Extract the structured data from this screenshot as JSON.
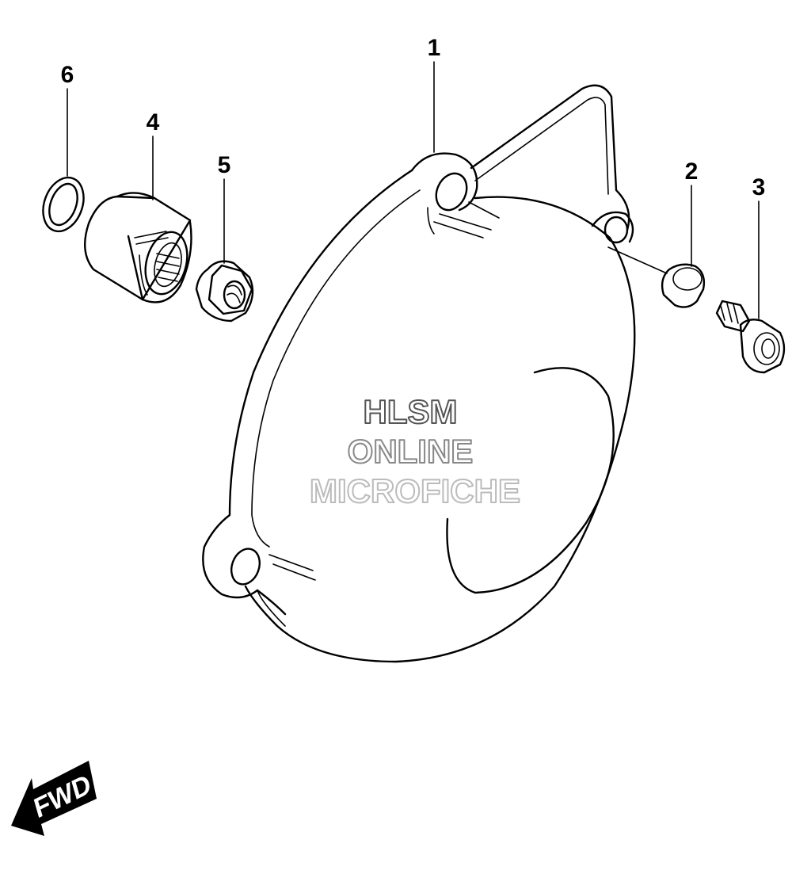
{
  "diagram": {
    "callouts": [
      {
        "id": "1",
        "label": "1"
      },
      {
        "id": "2",
        "label": "2"
      },
      {
        "id": "3",
        "label": "3"
      },
      {
        "id": "4",
        "label": "4"
      },
      {
        "id": "5",
        "label": "5"
      },
      {
        "id": "6",
        "label": "6"
      }
    ],
    "watermark": {
      "line1": "HLSM",
      "line2": "ONLINE",
      "line3": "MICROFICHE"
    },
    "direction_arrow": {
      "label": "FWD"
    },
    "colors": {
      "ink": "#000000",
      "background": "#ffffff",
      "watermark_dark": "#555555",
      "watermark_mid": "#888888",
      "watermark_light": "#bbbbbb"
    }
  }
}
